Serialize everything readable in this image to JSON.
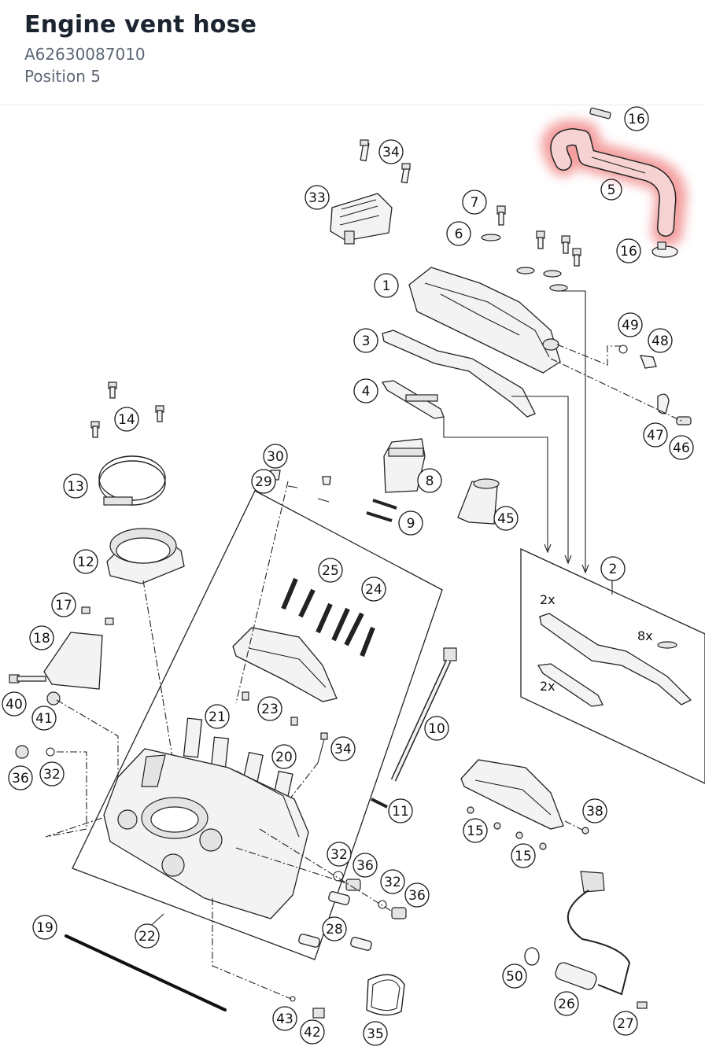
{
  "header": {
    "title": "Engine vent hose",
    "part_number": "A62630087010",
    "position": "Position 5"
  },
  "highlight_color": "#f08080",
  "callouts": [
    {
      "id": "c16a",
      "label": "16"
    },
    {
      "id": "c34a",
      "label": "34"
    },
    {
      "id": "c5",
      "label": "5"
    },
    {
      "id": "c33",
      "label": "33"
    },
    {
      "id": "c7",
      "label": "7"
    },
    {
      "id": "c6",
      "label": "6"
    },
    {
      "id": "c16b",
      "label": "16"
    },
    {
      "id": "c1",
      "label": "1"
    },
    {
      "id": "c49",
      "label": "49"
    },
    {
      "id": "c48",
      "label": "48"
    },
    {
      "id": "c3",
      "label": "3"
    },
    {
      "id": "c4",
      "label": "4"
    },
    {
      "id": "c47",
      "label": "47"
    },
    {
      "id": "c46",
      "label": "46"
    },
    {
      "id": "c14",
      "label": "14"
    },
    {
      "id": "c30",
      "label": "30"
    },
    {
      "id": "c29",
      "label": "29"
    },
    {
      "id": "c8",
      "label": "8"
    },
    {
      "id": "c13",
      "label": "13"
    },
    {
      "id": "c45",
      "label": "45"
    },
    {
      "id": "c9",
      "label": "9"
    },
    {
      "id": "c12",
      "label": "12"
    },
    {
      "id": "c2",
      "label": "2"
    },
    {
      "id": "c25",
      "label": "25"
    },
    {
      "id": "c24",
      "label": "24"
    },
    {
      "id": "c17",
      "label": "17"
    },
    {
      "id": "c18",
      "label": "18"
    },
    {
      "id": "c40",
      "label": "40"
    },
    {
      "id": "c41",
      "label": "41"
    },
    {
      "id": "c21",
      "label": "21"
    },
    {
      "id": "c23",
      "label": "23"
    },
    {
      "id": "c10",
      "label": "10"
    },
    {
      "id": "c34b",
      "label": "34"
    },
    {
      "id": "c20",
      "label": "20"
    },
    {
      "id": "c36a",
      "label": "36"
    },
    {
      "id": "c32a",
      "label": "32"
    },
    {
      "id": "c11",
      "label": "11"
    },
    {
      "id": "c38",
      "label": "38"
    },
    {
      "id": "c15a",
      "label": "15"
    },
    {
      "id": "c15b",
      "label": "15"
    },
    {
      "id": "c32b",
      "label": "32"
    },
    {
      "id": "c36b",
      "label": "36"
    },
    {
      "id": "c32c",
      "label": "32"
    },
    {
      "id": "c36c",
      "label": "36"
    },
    {
      "id": "c19",
      "label": "19"
    },
    {
      "id": "c22",
      "label": "22"
    },
    {
      "id": "c28",
      "label": "28"
    },
    {
      "id": "c50",
      "label": "50"
    },
    {
      "id": "c26",
      "label": "26"
    },
    {
      "id": "c43",
      "label": "43"
    },
    {
      "id": "c42",
      "label": "42"
    },
    {
      "id": "c35",
      "label": "35"
    },
    {
      "id": "c27",
      "label": "27"
    }
  ],
  "kit_quantities": {
    "gasket_qty": "2x",
    "seal_qty": "8x",
    "small_gasket_qty": "2x"
  }
}
